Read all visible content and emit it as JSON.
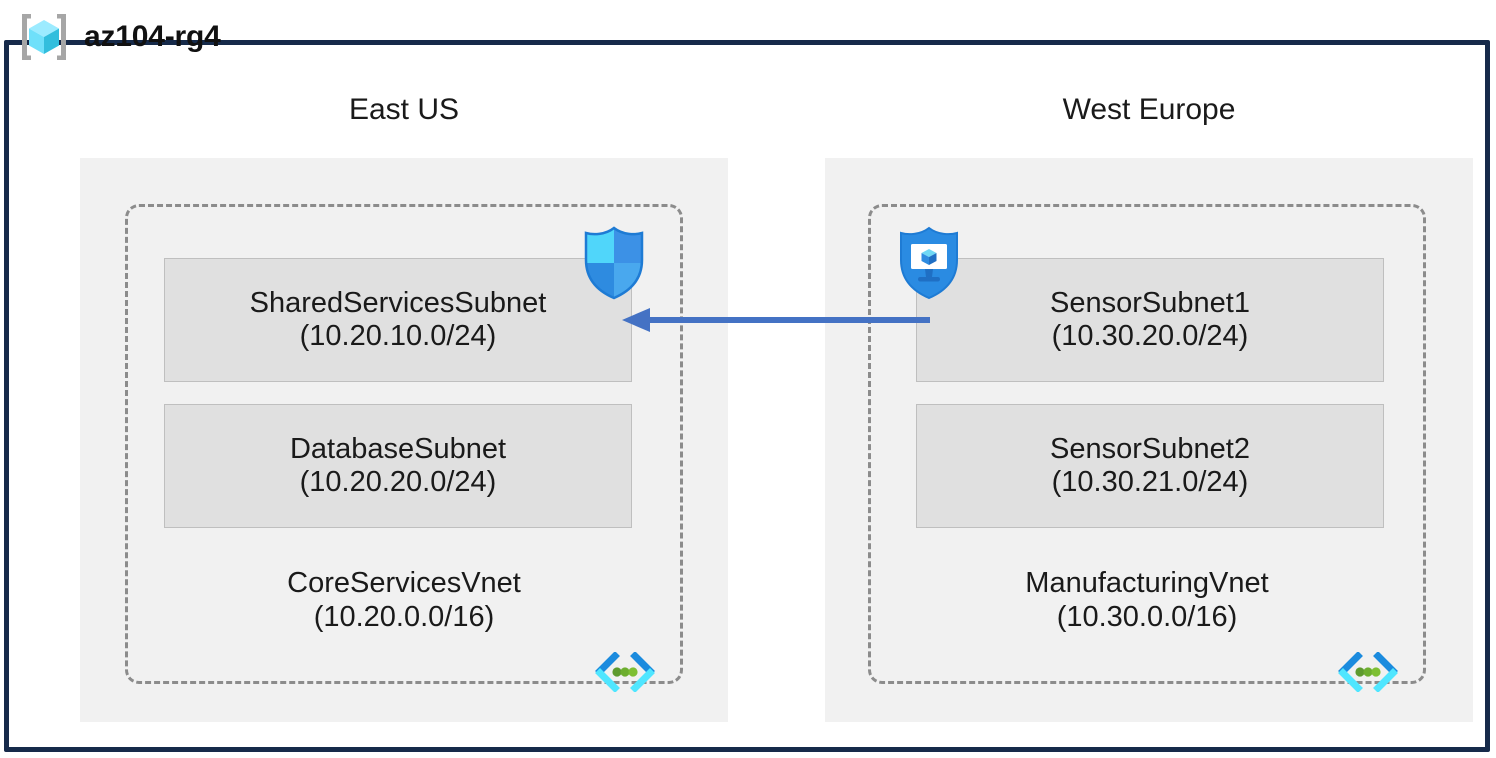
{
  "resource_group": {
    "name": "az104-rg4",
    "icon": "resource-group-cube-icon"
  },
  "regions": [
    {
      "id": "east-us",
      "label": "East US"
    },
    {
      "id": "west-europe",
      "label": "West Europe"
    }
  ],
  "vnets": [
    {
      "id": "coreservicesvnet",
      "region": "East US",
      "name": "CoreServicesVnet",
      "cidr": "(10.20.0.0/16)",
      "badge_icon": "virtual-network-icon",
      "subnets": [
        {
          "name": "SharedServicesSubnet",
          "cidr": "(10.20.10.0/24)",
          "icon": "firewall-shield-icon"
        },
        {
          "name": "DatabaseSubnet",
          "cidr": "(10.20.20.0/24)",
          "icon": null
        }
      ]
    },
    {
      "id": "manufacturingvnet",
      "region": "West Europe",
      "name": "ManufacturingVnet",
      "cidr": "(10.30.0.0/16)",
      "badge_icon": "virtual-network-icon",
      "subnets": [
        {
          "name": "SensorSubnet1",
          "cidr": "(10.30.20.0/24)",
          "icon": "bastion-shield-monitor-icon"
        },
        {
          "name": "SensorSubnet2",
          "cidr": "(10.30.21.0/24)",
          "icon": null
        }
      ]
    }
  ],
  "connection": {
    "id": "vnet-peering",
    "icon": "left-arrow-icon",
    "direction": "right-to-left",
    "from": "SensorSubnet1",
    "to": "SharedServicesSubnet"
  },
  "colors": {
    "frame": "#162A4A",
    "region_fill": "#F1F1F1",
    "subnet_fill": "#E0E0E0",
    "subnet_border": "#BFBFBF",
    "vnet_border": "#8C8C8C",
    "arrow": "#4472C4",
    "azure_blue": "#0078D4",
    "cyan": "#50E6FF",
    "green_dot": "#5E9A2E"
  }
}
